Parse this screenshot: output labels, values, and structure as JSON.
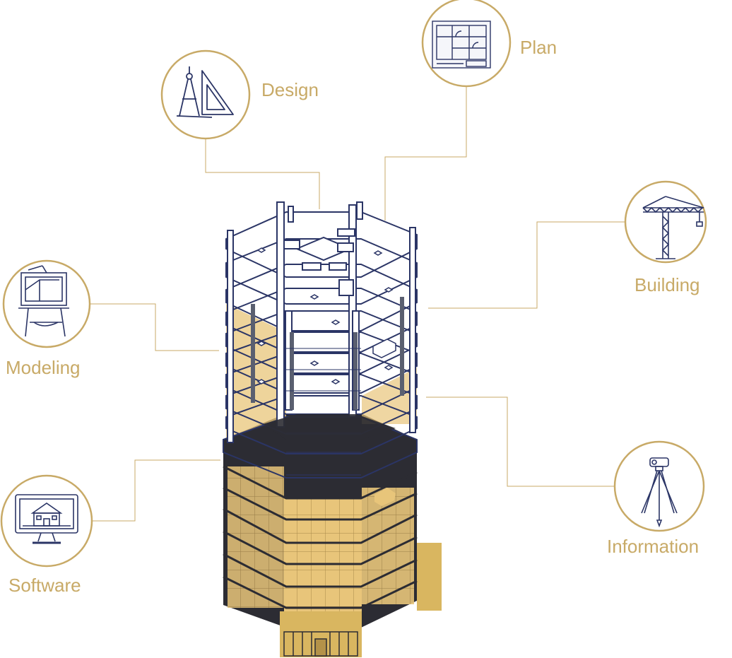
{
  "colors": {
    "gold": "#c8aa67",
    "navy": "#2b3566",
    "dark": "#2c2c33",
    "amber": "#d9b660",
    "glass": "#f3e3bc"
  },
  "nodes": [
    {
      "id": "design",
      "label": "Design",
      "icon": "compass-and-set-square-icon"
    },
    {
      "id": "plan",
      "label": "Plan",
      "icon": "blueprint-floor-plan-icon"
    },
    {
      "id": "building",
      "label": "Building",
      "icon": "tower-crane-icon"
    },
    {
      "id": "modeling",
      "label": "Modeling",
      "icon": "drafting-table-icon"
    },
    {
      "id": "information",
      "label": "Information",
      "icon": "surveying-tripod-icon"
    },
    {
      "id": "software",
      "label": "Software",
      "icon": "computer-monitor-house-icon"
    }
  ]
}
